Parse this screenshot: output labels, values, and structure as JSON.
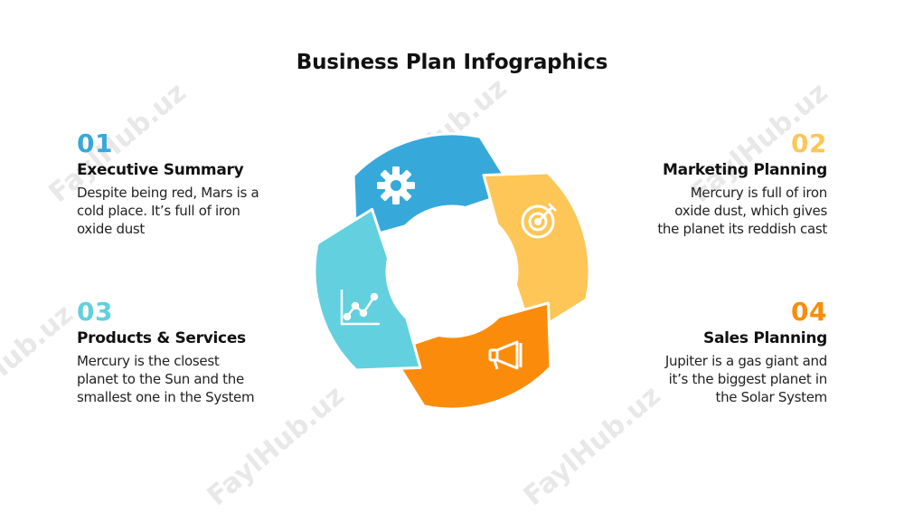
{
  "title": "Business Plan Infographics",
  "colors": {
    "blue": "#36A9DA",
    "yellow": "#FDC657",
    "orange": "#FB8C0B",
    "cyan": "#62D0DE",
    "num_01": "#36A9DA",
    "num_02": "#FDC657",
    "num_03": "#62D0DE",
    "num_04": "#FB8C0B"
  },
  "items": [
    {
      "number": "01",
      "heading": "Executive Summary",
      "lines": [
        "Despite being red, Mars is a",
        "cold place. It’s full of iron",
        "oxide dust"
      ],
      "icon": "gear-icon"
    },
    {
      "number": "02",
      "heading": "Marketing Planning",
      "lines": [
        "Mercury is full of iron",
        "oxide dust, which gives",
        "the planet its reddish cast"
      ],
      "icon": "target-icon"
    },
    {
      "number": "03",
      "heading": "Products & Services",
      "lines": [
        "Mercury is the closest",
        "planet to the Sun and the",
        "smallest one in the System"
      ],
      "icon": "line-chart-icon"
    },
    {
      "number": "04",
      "heading": "Sales Planning",
      "lines": [
        "Jupiter is a gas giant and",
        "it’s the biggest planet in",
        "the Solar System"
      ],
      "icon": "megaphone-icon"
    }
  ],
  "watermark": "FaylHub.uz"
}
